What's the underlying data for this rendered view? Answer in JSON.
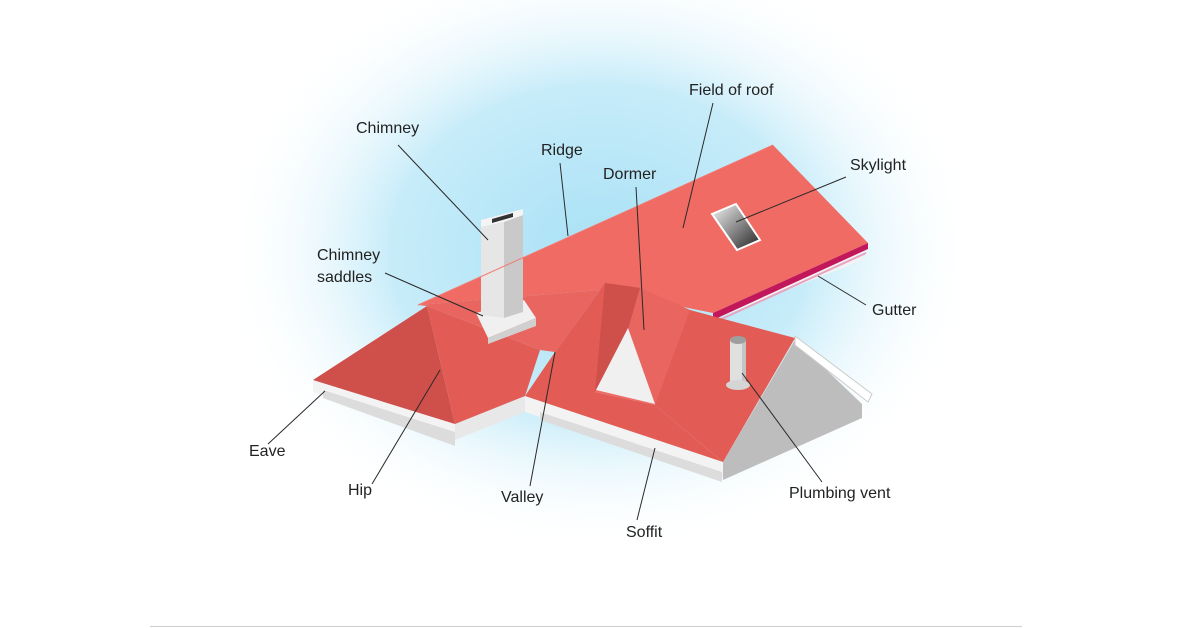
{
  "diagram": {
    "colors": {
      "sky_glow": "#b6e6f7",
      "roof_light": "#ef6b63",
      "roof_mid": "#e25c55",
      "roof_dark": "#cf4f4a",
      "wall_white": "#f3f3f3",
      "wall_grey": "#bdbdbd",
      "chimney_light": "#e6e6e6",
      "chimney_dark": "#c9c9c9",
      "gutter": "#c2185b",
      "leader_line": "#2a2a2a"
    },
    "labels": {
      "chimney": "Chimney",
      "ridge": "Ridge",
      "field_of_roof": "Field of roof",
      "dormer": "Dormer",
      "skylight": "Skylight",
      "chimney_saddles": "Chimney saddles",
      "gutter": "Gutter",
      "eave": "Eave",
      "hip": "Hip",
      "valley": "Valley",
      "soffit": "Soffit",
      "plumbing_vent": "Plumbing vent"
    }
  }
}
